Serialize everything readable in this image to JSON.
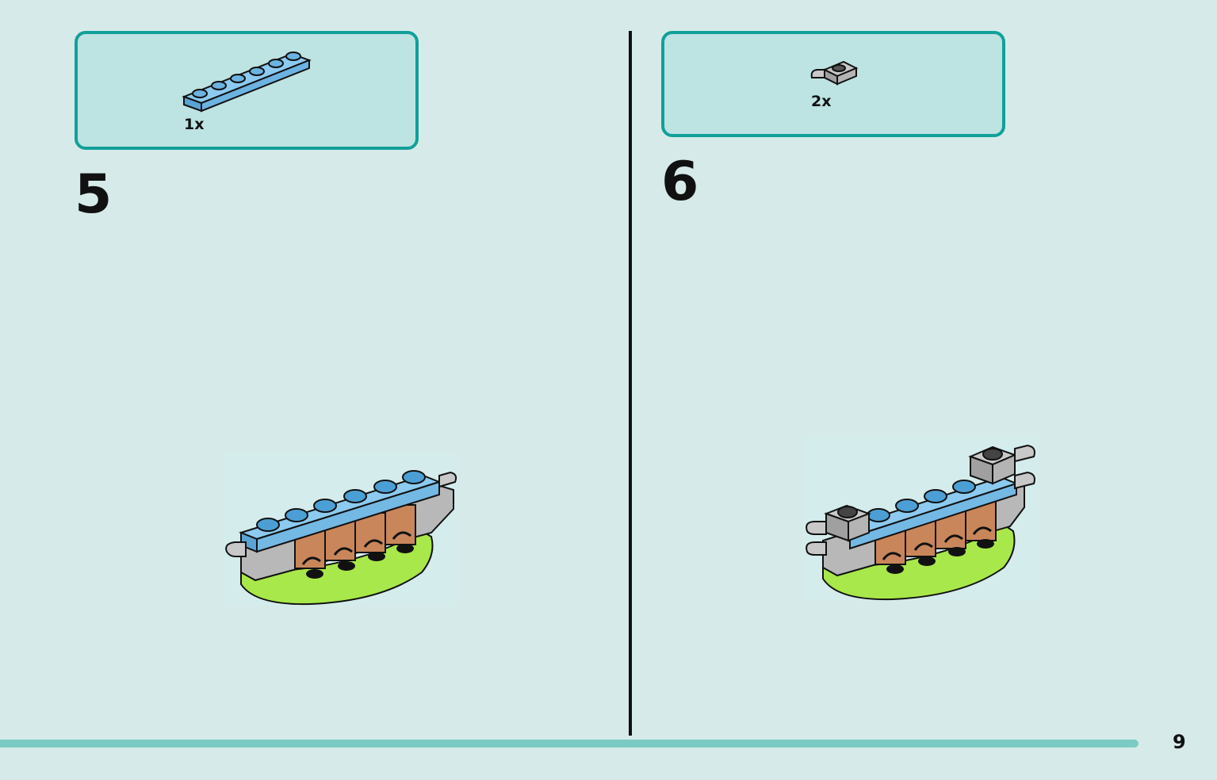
{
  "steps": [
    {
      "number": "5",
      "parts": [
        {
          "quantity": "1x",
          "icon": "light-blue-1x6-plate-icon",
          "color": "#74b8e4"
        }
      ]
    },
    {
      "number": "6",
      "parts": [
        {
          "quantity": "2x",
          "icon": "gray-plate-with-clip-icon",
          "color": "#a8abac"
        }
      ]
    }
  ],
  "page_number": "9",
  "colors": {
    "background": "#d6ebe9",
    "parts_box_fill": "#bde3e2",
    "parts_box_border": "#12a09a",
    "bottom_bar": "#7ccac4",
    "light_blue": "#74b8e4",
    "gray": "#a8abac",
    "lime": "#a8e84a",
    "brown": "#c9865a",
    "black": "#111111"
  }
}
